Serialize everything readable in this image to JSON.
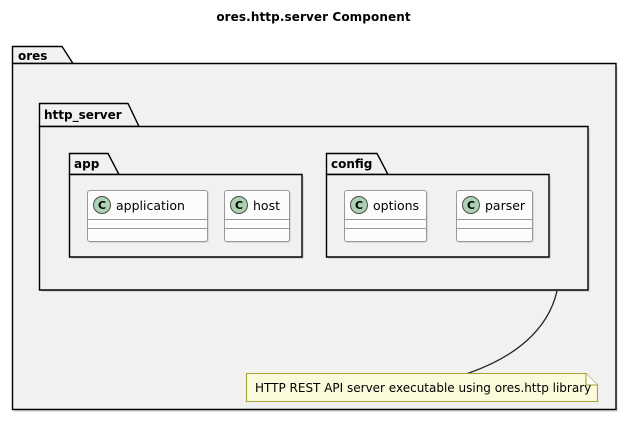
{
  "diagram": {
    "title": "ores.http.server Component",
    "type": "uml-component-diagram",
    "colors": {
      "page_background": "#FFFFFF",
      "package_fill": "#F1F1F1",
      "package_border": "#000000",
      "class_fill": "#FCFCFC",
      "class_border": "#999999",
      "class_icon_fill": "#ADD1B2",
      "class_icon_border": "#4C4C4C",
      "note_fill": "#FBFBDB",
      "note_border": "#A1A13E",
      "text": "#000000"
    }
  },
  "packages": {
    "ores": {
      "label": "ores",
      "children": [
        "http_server"
      ]
    },
    "http_server": {
      "label": "http_server",
      "children": [
        "app",
        "config"
      ]
    },
    "app": {
      "label": "app",
      "classes": [
        "application",
        "host"
      ]
    },
    "config": {
      "label": "config",
      "classes": [
        "options",
        "parser"
      ]
    }
  },
  "classes": [
    {
      "name": "application",
      "stereotype": "C",
      "package": "app"
    },
    {
      "name": "host",
      "stereotype": "C",
      "package": "app"
    },
    {
      "name": "options",
      "stereotype": "C",
      "package": "config"
    },
    {
      "name": "parser",
      "stereotype": "C",
      "package": "config"
    }
  ],
  "note": {
    "text": "HTTP REST API server executable using ores.http library",
    "attached_to": "http_server"
  }
}
